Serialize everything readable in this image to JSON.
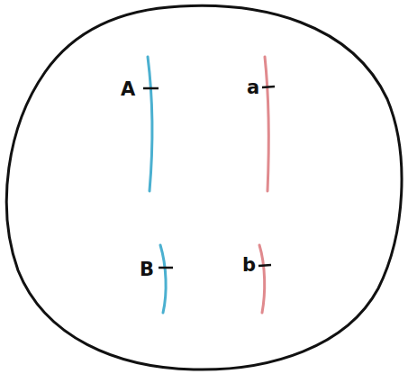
{
  "diagram": {
    "labels": [
      "A",
      "a",
      "B",
      "b"
    ]
  }
}
